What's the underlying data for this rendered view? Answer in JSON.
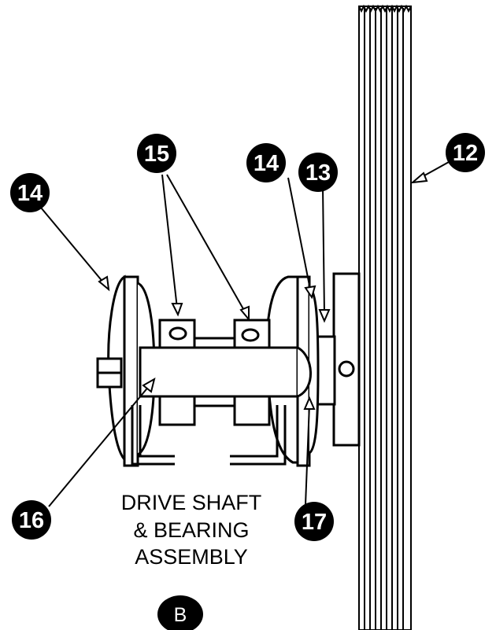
{
  "diagram": {
    "callouts": [
      {
        "id": "12",
        "label": "12"
      },
      {
        "id": "13",
        "label": "13"
      },
      {
        "id": "14a",
        "label": "14"
      },
      {
        "id": "14b",
        "label": "14"
      },
      {
        "id": "15",
        "label": "15"
      },
      {
        "id": "16",
        "label": "16"
      },
      {
        "id": "17",
        "label": "17"
      }
    ],
    "caption": {
      "line1": "DRIVE SHAFT",
      "line2": "& BEARING",
      "line3": "ASSEMBLY"
    },
    "badge": "B",
    "colors": {
      "ink": "#000000",
      "callout_fill": "#000000",
      "callout_text": "#ffffff",
      "background": "#ffffff"
    }
  }
}
